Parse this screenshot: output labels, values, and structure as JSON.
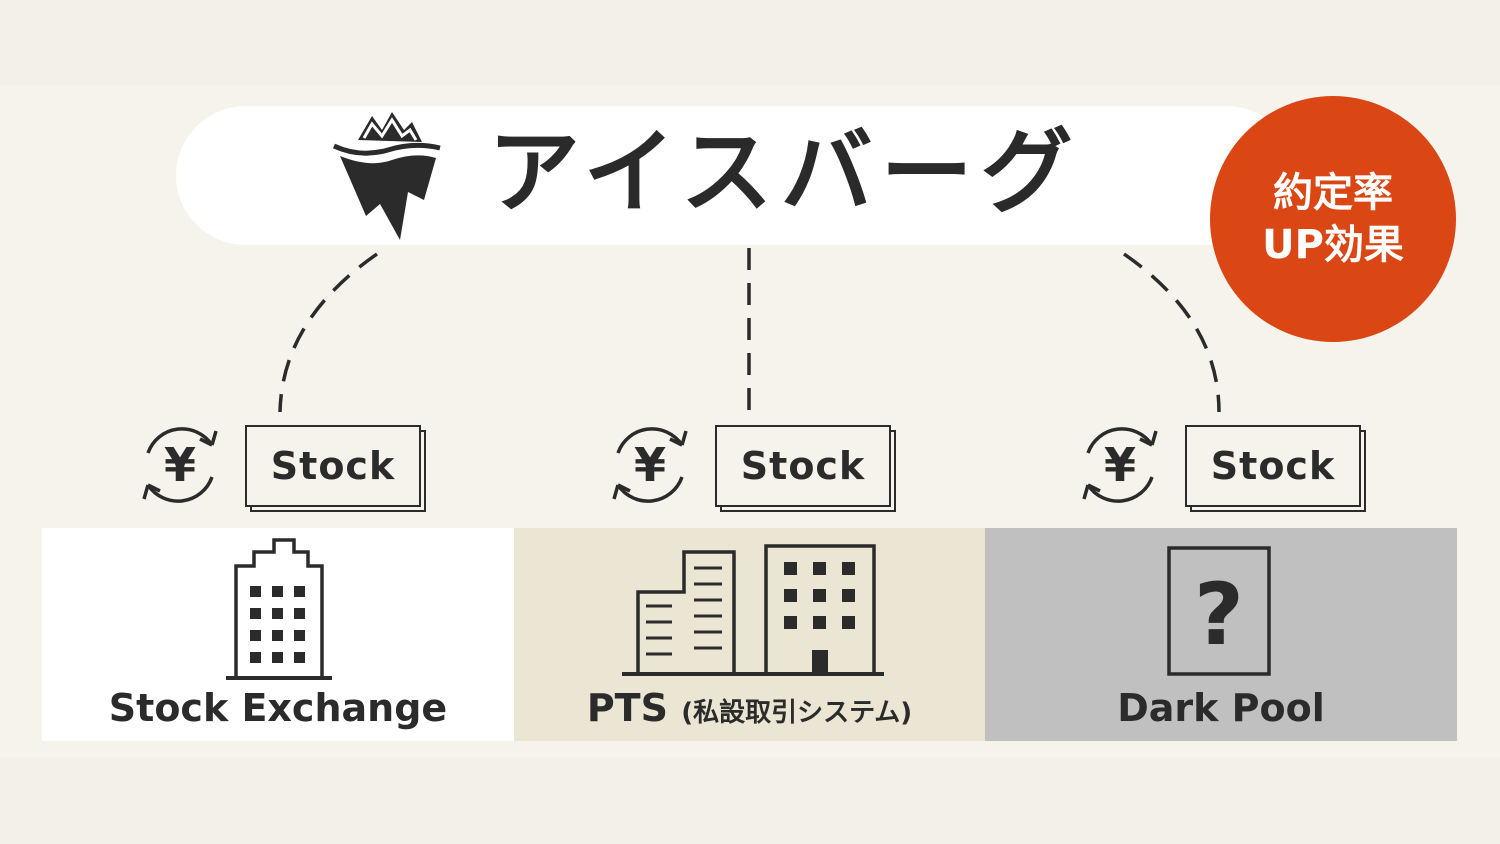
{
  "title": "アイスバーグ",
  "badge": {
    "line1": "約定率",
    "line2": "UP効果"
  },
  "stock_groups": [
    {
      "stock_label": "Stock",
      "currency_symbol": "¥"
    },
    {
      "stock_label": "Stock",
      "currency_symbol": "¥"
    },
    {
      "stock_label": "Stock",
      "currency_symbol": "¥"
    }
  ],
  "venues": [
    {
      "label": "Stock Exchange",
      "sublabel": ""
    },
    {
      "label": "PTS",
      "sublabel": "(私設取引システム)"
    },
    {
      "label": "Dark Pool",
      "sublabel": "",
      "icon_symbol": "?"
    }
  ],
  "colors": {
    "background": "#f3f0e9",
    "badge": "#db4714",
    "exchange_bg": "#ffffff",
    "pts_bg": "#ebe5d3",
    "darkpool_bg": "#c0c0c0",
    "ink": "#2b2b2b"
  },
  "icons": [
    "iceberg-icon",
    "yen-cycle-icon",
    "building-icon",
    "office-buildings-icon",
    "question-box-icon"
  ]
}
